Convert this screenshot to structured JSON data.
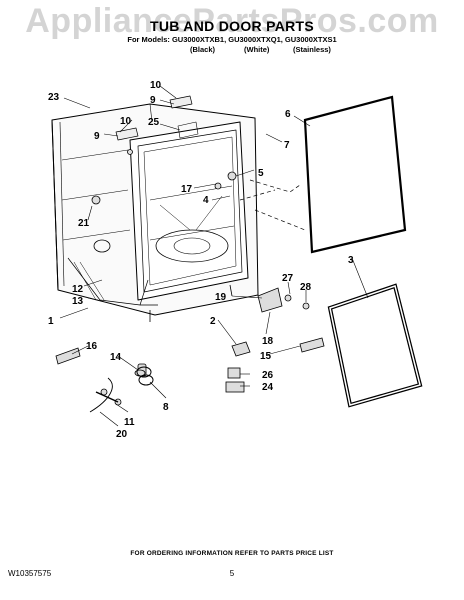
{
  "watermark": "AppliancePartsPros.com",
  "title": "TUB AND DOOR PARTS",
  "models_line": "For Models: GU3000XTXB1, GU3000XTXQ1, GU3000XTXS1",
  "color_variants": [
    "(Black)",
    "(White)",
    "(Stainless)"
  ],
  "callouts": [
    "1",
    "2",
    "3",
    "4",
    "5",
    "6",
    "7",
    "8",
    "9",
    "10",
    "11",
    "12",
    "13",
    "14",
    "15",
    "16",
    "17",
    "18",
    "19",
    "20",
    "21",
    "23",
    "24",
    "25",
    "26",
    "27",
    "28"
  ],
  "footer_note": "FOR ORDERING INFORMATION REFER TO PARTS PRICE LIST",
  "document_number": "W10357575",
  "page_number": "5"
}
